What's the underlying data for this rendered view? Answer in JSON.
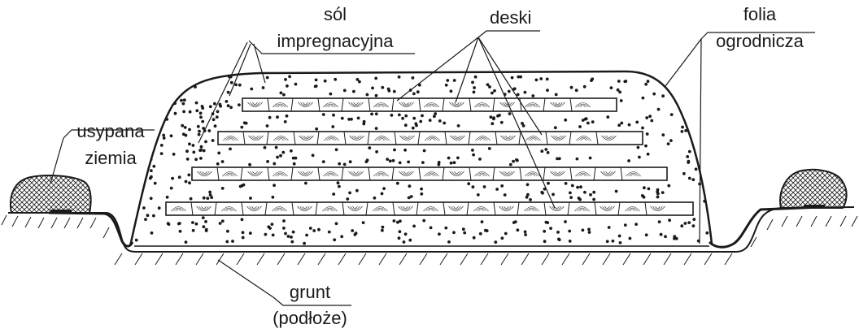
{
  "labels": {
    "salt": [
      "sól",
      "impregnacyjna"
    ],
    "boards": "deski",
    "foil": [
      "folia",
      "ogrodnicza"
    ],
    "soil_heap": [
      "usypana",
      "ziemia"
    ],
    "ground": [
      "grunt",
      "(podłoże)"
    ]
  },
  "colors": {
    "ink": "#1a1a1a",
    "background": "#ffffff"
  }
}
